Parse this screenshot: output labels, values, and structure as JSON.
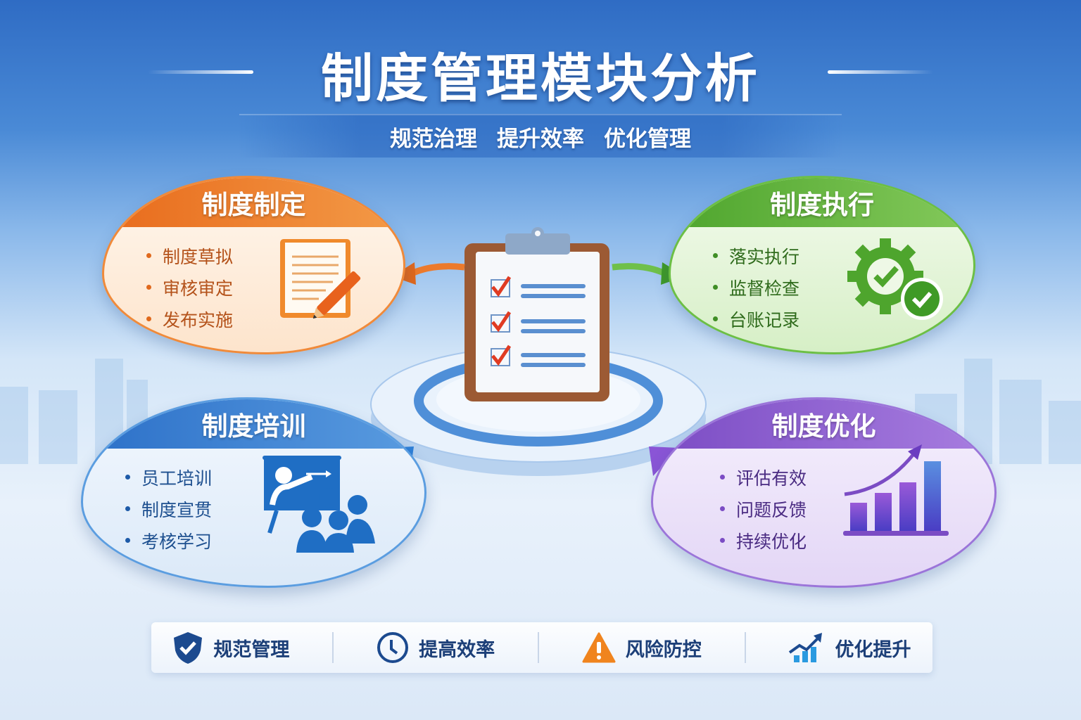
{
  "header": {
    "title": "制度管理模块分析",
    "subtitles": [
      "规范治理",
      "提升效率",
      "优化管理"
    ]
  },
  "modules": [
    {
      "key": "formulation",
      "title": "制度制定",
      "color": "#e86b1c",
      "icon": "document-pencil-icon",
      "bullets": [
        "制度草拟",
        "审核审定",
        "发布实施"
      ]
    },
    {
      "key": "execution",
      "title": "制度执行",
      "color": "#4ea52d",
      "icon": "gear-check-icon",
      "bullets": [
        "落实执行",
        "监督检查",
        "台账记录"
      ]
    },
    {
      "key": "training",
      "title": "制度培训",
      "color": "#2c70c8",
      "icon": "presentation-audience-icon",
      "bullets": [
        "员工培训",
        "制度宣贯",
        "考核学习"
      ]
    },
    {
      "key": "optimization",
      "title": "制度优化",
      "color": "#7b4cc4",
      "icon": "growth-bar-chart-icon",
      "bullets": [
        "评估有效",
        "问题反馈",
        "持续优化"
      ]
    }
  ],
  "center": {
    "icon": "clipboard-checklist-icon",
    "checklist_rows": 3
  },
  "bottom_bar": {
    "items": [
      {
        "label": "规范管理",
        "icon": "shield-check-icon",
        "color": "#1c4a8f"
      },
      {
        "label": "提高效率",
        "icon": "clock-icon",
        "color": "#1c4a8f"
      },
      {
        "label": "风险防控",
        "icon": "warning-icon",
        "color": "#f0841e"
      },
      {
        "label": "优化提升",
        "icon": "trend-up-icon",
        "color": "#2a8ad8"
      }
    ]
  }
}
